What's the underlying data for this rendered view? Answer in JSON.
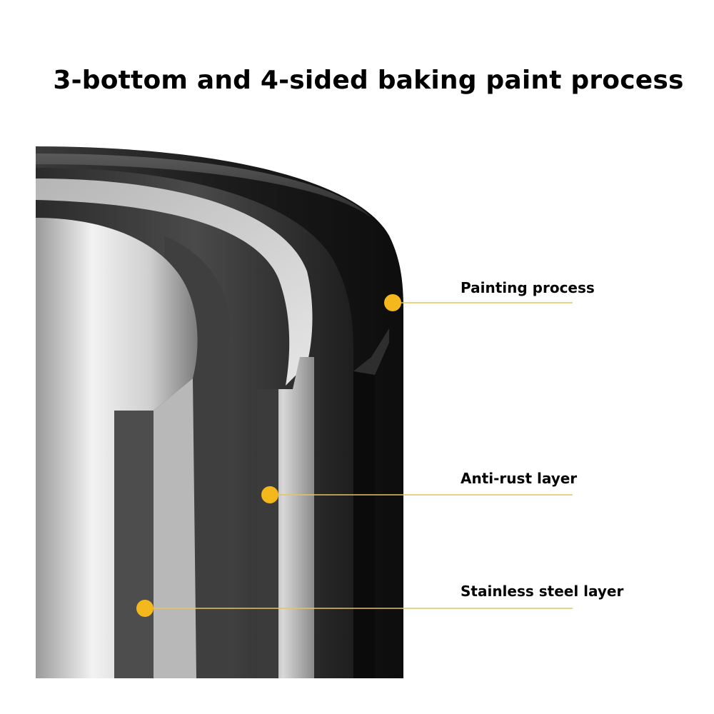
{
  "title": "3-bottom and 4-sided baking paint process",
  "colors": {
    "accent": "#F5B81C",
    "paint_layer": "#1a1a1a",
    "steel": "#c9c9c9"
  },
  "callouts": [
    {
      "label": "Painting process"
    },
    {
      "label": "Anti-rust layer"
    },
    {
      "label": "Stainless steel layer"
    }
  ]
}
